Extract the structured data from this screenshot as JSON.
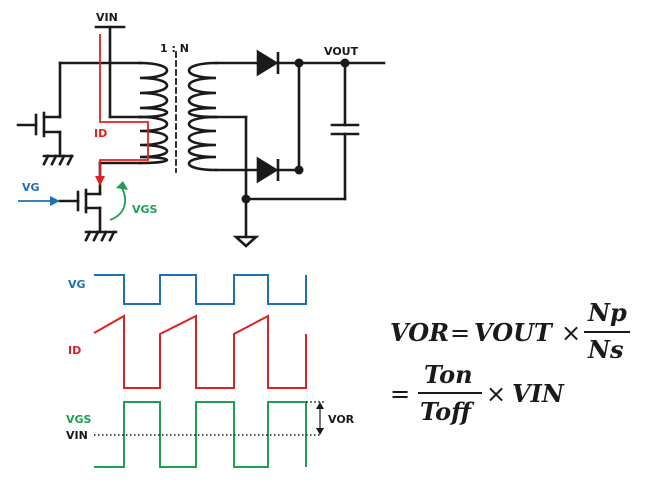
{
  "circuit": {
    "vin_label": "VIN",
    "ratio_label": "1 : N",
    "vout_label": "VOUT",
    "id_label": "ID",
    "vg_label": "VG",
    "vgs_label": "VGS"
  },
  "waveforms": {
    "vg_label": "VG",
    "id_label": "ID",
    "vgs_label": "VGS",
    "vin_label": "VIN",
    "vor_label": "VOR"
  },
  "equation": {
    "line1_lhs": "VOR",
    "equals": "=",
    "line1_term": "VOUT",
    "times": "×",
    "num1": "Np",
    "den1": "Ns",
    "num2": "Ton",
    "den2": "Toff",
    "line2_term": "VIN"
  },
  "colors": {
    "wire": "#1a1a1a",
    "vg": "#1f6fb5",
    "id": "#e02020",
    "vgs": "#1fa050"
  }
}
